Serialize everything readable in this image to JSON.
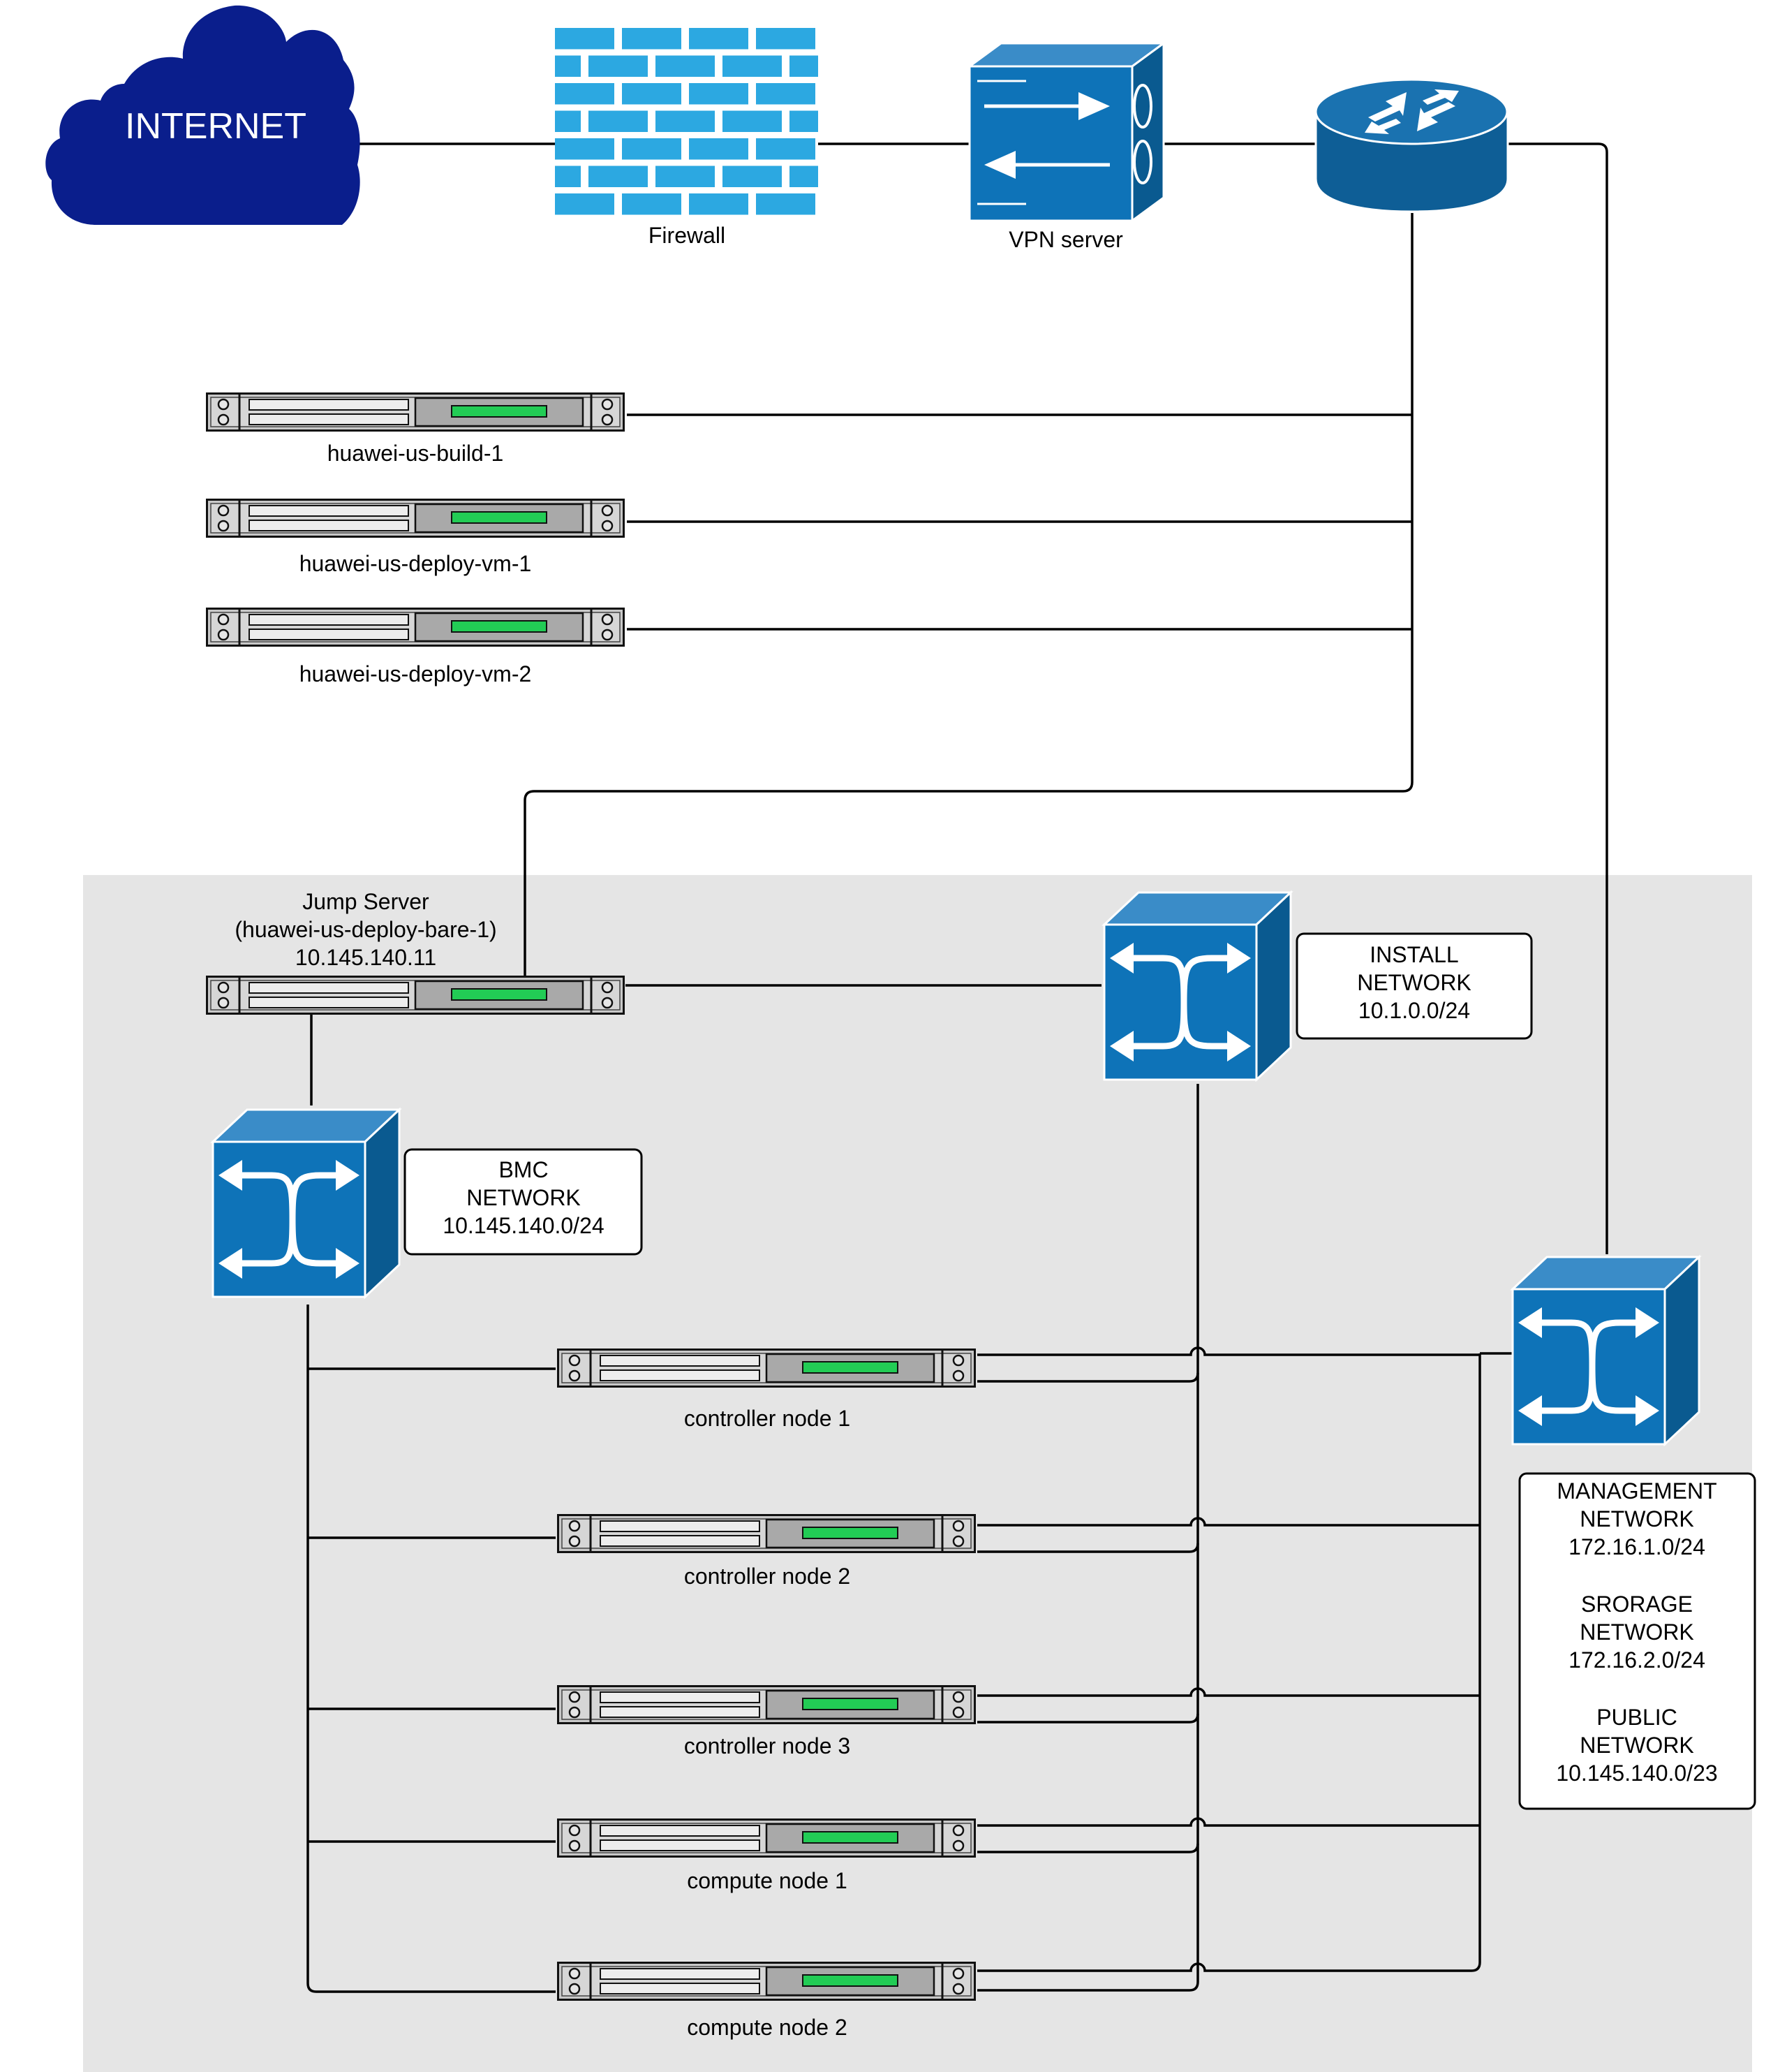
{
  "colors": {
    "cloud": "#0a1e8c",
    "firewall": "#2ca8e1",
    "cisco_blue": "#0e73b8",
    "cisco_dark": "#0a5a90",
    "router": "#1868a0",
    "zone_bg": "#e5e5e5",
    "led": "#22cc55"
  },
  "internet": {
    "label": "INTERNET",
    "icon": "cloud-icon"
  },
  "firewall": {
    "label": "Firewall",
    "icon": "brick-wall-icon"
  },
  "vpn": {
    "label": "VPN server",
    "icon": "vpn-concentrator-icon"
  },
  "router": {
    "icon": "router-icon"
  },
  "servers": [
    {
      "label": "huawei-us-build-1"
    },
    {
      "label": "huawei-us-deploy-vm-1"
    },
    {
      "label": "huawei-us-deploy-vm-2"
    }
  ],
  "jump_server": {
    "line1": "Jump Server",
    "line2": "(huawei-us-deploy-bare-1)",
    "line3": "10.145.140.11"
  },
  "install_network": {
    "line1": "INSTALL",
    "line2": "NETWORK",
    "line3": "10.1.0.0/24"
  },
  "bmc_network": {
    "line1": "BMC",
    "line2": "NETWORK",
    "line3": "10.145.140.0/24"
  },
  "mgmt_box": {
    "management": {
      "line1": "MANAGEMENT",
      "line2": "NETWORK",
      "line3": "172.16.1.0/24"
    },
    "storage": {
      "line1": "SRORAGE",
      "line2": "NETWORK",
      "line3": "172.16.2.0/24"
    },
    "public": {
      "line1": "PUBLIC",
      "line2": "NETWORK",
      "line3": "10.145.140.0/23"
    }
  },
  "nodes": [
    {
      "label": "controller node 1"
    },
    {
      "label": "controller node 2"
    },
    {
      "label": "controller node 3"
    },
    {
      "label": "compute node 1"
    },
    {
      "label": "compute node 2"
    }
  ]
}
